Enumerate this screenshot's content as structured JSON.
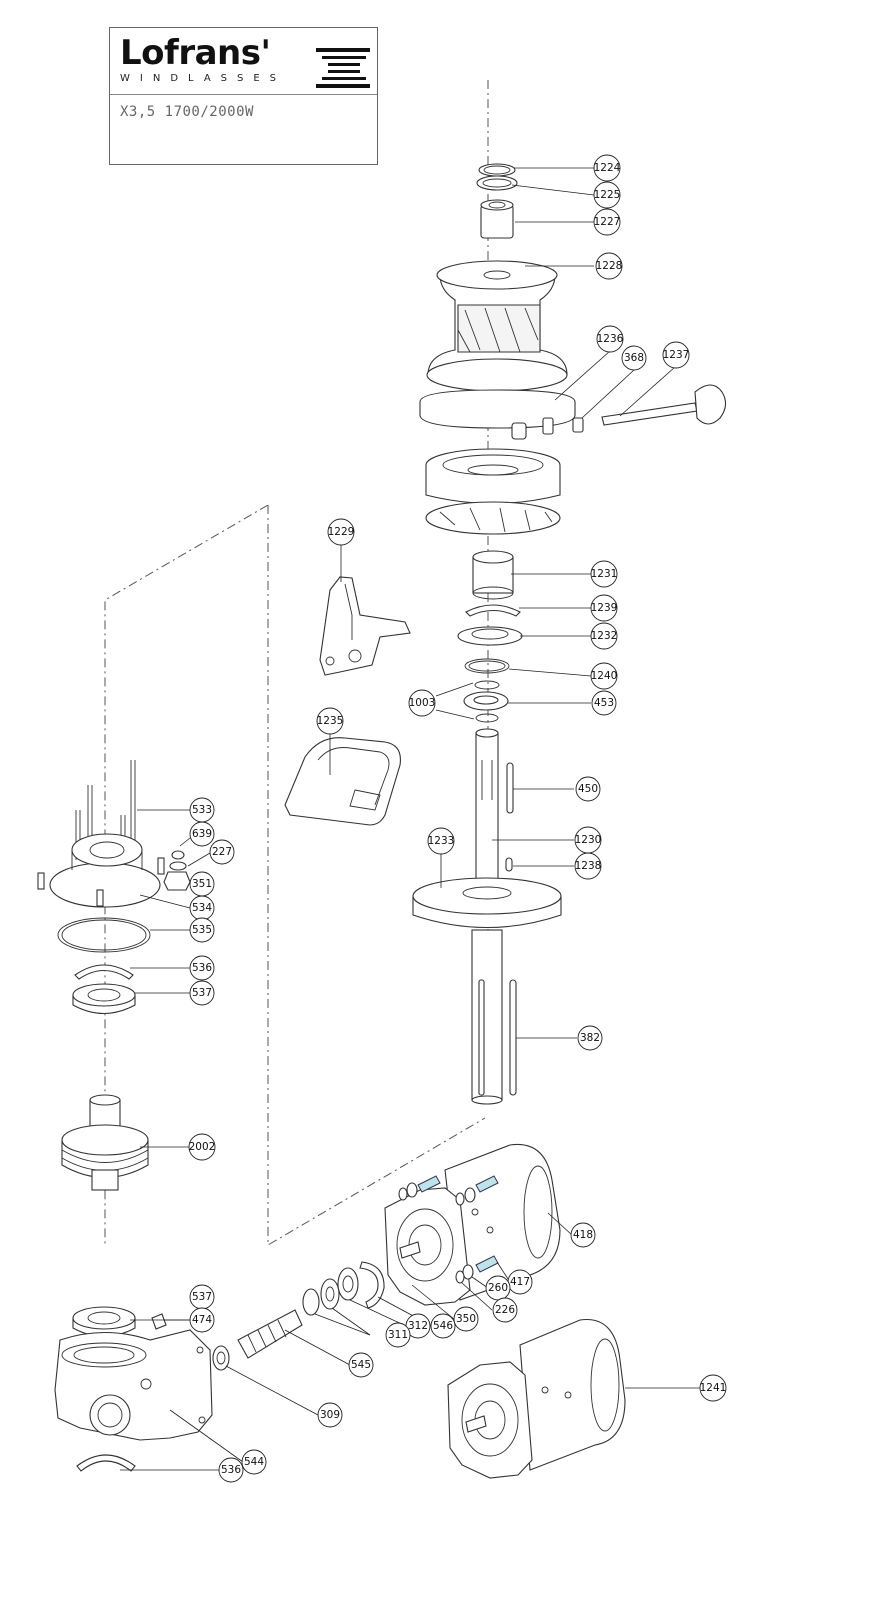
{
  "title_block": {
    "brand": "Lofrans'",
    "tagline": "WINDLASSES",
    "model": "X3,5 1700/2000W"
  },
  "part_labels": [
    {
      "id": "p1224",
      "text": "1224"
    },
    {
      "id": "p1225",
      "text": "1225"
    },
    {
      "id": "p1227",
      "text": "1227"
    },
    {
      "id": "p1228",
      "text": "1228"
    },
    {
      "id": "p1236",
      "text": "1236"
    },
    {
      "id": "p368",
      "text": "368"
    },
    {
      "id": "p1237",
      "text": "1237"
    },
    {
      "id": "p1229",
      "text": "1229"
    },
    {
      "id": "p1231",
      "text": "1231"
    },
    {
      "id": "p1239",
      "text": "1239"
    },
    {
      "id": "p1232",
      "text": "1232"
    },
    {
      "id": "p1240",
      "text": "1240"
    },
    {
      "id": "p1003",
      "text": "1003"
    },
    {
      "id": "p453",
      "text": "453"
    },
    {
      "id": "p1235",
      "text": "1235"
    },
    {
      "id": "p450",
      "text": "450"
    },
    {
      "id": "p533",
      "text": "533"
    },
    {
      "id": "p639",
      "text": "639"
    },
    {
      "id": "p227",
      "text": "227"
    },
    {
      "id": "p1233",
      "text": "1233"
    },
    {
      "id": "p1230",
      "text": "1230"
    },
    {
      "id": "p1238",
      "text": "1238"
    },
    {
      "id": "p351",
      "text": "351"
    },
    {
      "id": "p534",
      "text": "534"
    },
    {
      "id": "p535",
      "text": "535"
    },
    {
      "id": "p536a",
      "text": "536"
    },
    {
      "id": "p537a",
      "text": "537"
    },
    {
      "id": "p382",
      "text": "382"
    },
    {
      "id": "p2002",
      "text": "2002"
    },
    {
      "id": "p418",
      "text": "418"
    },
    {
      "id": "p417",
      "text": "417"
    },
    {
      "id": "p260",
      "text": "260"
    },
    {
      "id": "p226",
      "text": "226"
    },
    {
      "id": "p350",
      "text": "350"
    },
    {
      "id": "p546",
      "text": "546"
    },
    {
      "id": "p312",
      "text": "312"
    },
    {
      "id": "p311",
      "text": "311"
    },
    {
      "id": "p537b",
      "text": "537"
    },
    {
      "id": "p474",
      "text": "474"
    },
    {
      "id": "p545",
      "text": "545"
    },
    {
      "id": "p309",
      "text": "309"
    },
    {
      "id": "p1241",
      "text": "1241"
    },
    {
      "id": "p544",
      "text": "544"
    },
    {
      "id": "p536b",
      "text": "536"
    }
  ]
}
